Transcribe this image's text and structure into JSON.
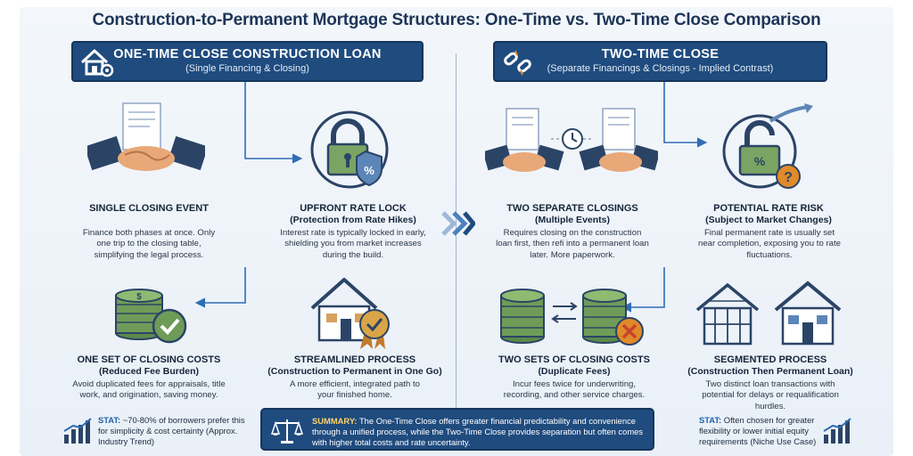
{
  "title": "Construction-to-Permanent Mortgage Structures: One-Time vs. Two-Time Close Comparison",
  "left": {
    "banner_title": "ONE-TIME CLOSE CONSTRUCTION LOAN",
    "banner_subtitle": "(Single Financing & Closing)",
    "items": [
      {
        "title": "SINGLE CLOSING EVENT",
        "subtitle": "",
        "desc": "Finance both phases at once. Only one trip to the closing table, simplifying the legal process."
      },
      {
        "title": "UPFRONT RATE LOCK",
        "subtitle": "(Protection from Rate Hikes)",
        "desc": "Interest rate is typically locked in early, shielding you from market increases during the build."
      },
      {
        "title": "ONE SET OF CLOSING COSTS",
        "subtitle": "(Reduced Fee Burden)",
        "desc": "Avoid duplicated fees for appraisals, title work, and origination, saving money."
      },
      {
        "title": "STREAMLINED PROCESS",
        "subtitle": "(Construction to Permanent in One Go)",
        "desc": "A more efficient, integrated path to your finished home."
      }
    ],
    "stat_label": "STAT:",
    "stat_text": "~70-80% of borrowers prefer this for simplicity & cost certainty (Approx. Industry Trend)"
  },
  "right": {
    "banner_title": "TWO-TIME CLOSE",
    "banner_subtitle": "(Separate Financings & Closings - Implied Contrast)",
    "items": [
      {
        "title": "TWO SEPARATE CLOSINGS",
        "subtitle": "(Multiple Events)",
        "desc": "Requires closing on the construction loan first, then refi into a permanent loan later. More paperwork."
      },
      {
        "title": "POTENTIAL RATE RISK",
        "subtitle": "(Subject to Market Changes)",
        "desc": "Final permanent rate is usually set near completion, exposing you to rate fluctuations."
      },
      {
        "title": "TWO SETS OF CLOSING COSTS",
        "subtitle": "(Duplicate Fees)",
        "desc": "Incur fees twice for underwriting, recording, and other service charges."
      },
      {
        "title": "SEGMENTED PROCESS",
        "subtitle": "(Construction Then Permanent Loan)",
        "desc": "Two distinct loan transactions with potential for delays or requalification hurdles."
      }
    ],
    "stat_label": "STAT:",
    "stat_text": "Often chosen for greater flexibility or lower initial equity requirements (Niche Use Case)"
  },
  "summary_label": "SUMMARY:",
  "summary_text": "The One-Time Close offers greater financial predictability and convenience through a unified process, while the Two-Time Close provides separation but often comes with higher total costs and rate uncertainty.",
  "colors": {
    "navy": "#1f4b7e",
    "accent": "#2f6db5",
    "green": "#6b9a55",
    "orange": "#e08a2a",
    "red": "#c8432f",
    "bg": "#eef3f8"
  },
  "icons": [
    "house-gear-icon",
    "broken-link-icon",
    "handshake-icon",
    "padlock-shield-icon",
    "money-stack-check-icon",
    "house-award-icon",
    "clock-icon",
    "money-stack-x-icon",
    "padlock-question-icon",
    "house-frame-icon",
    "bar-chart-icon",
    "scales-icon",
    "chevron-right-icon"
  ]
}
